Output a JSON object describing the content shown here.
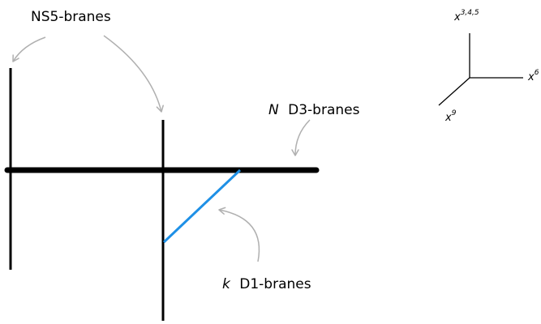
{
  "labels": {
    "ns5": "NS5-branes",
    "d3_var": "N",
    "d3_text": "D3-branes",
    "d1_var": "k",
    "d1_text": "D1-branes"
  },
  "axes": {
    "vertical_base": "x",
    "vertical_sup": "3,4,5",
    "horizontal_base": "x",
    "horizontal_sup": "6",
    "diagonal_base": "x",
    "diagonal_sup": "9"
  },
  "colors": {
    "brane": "#000000",
    "d1_brane": "#1e90e6",
    "arrow": "#b0b0b0"
  }
}
